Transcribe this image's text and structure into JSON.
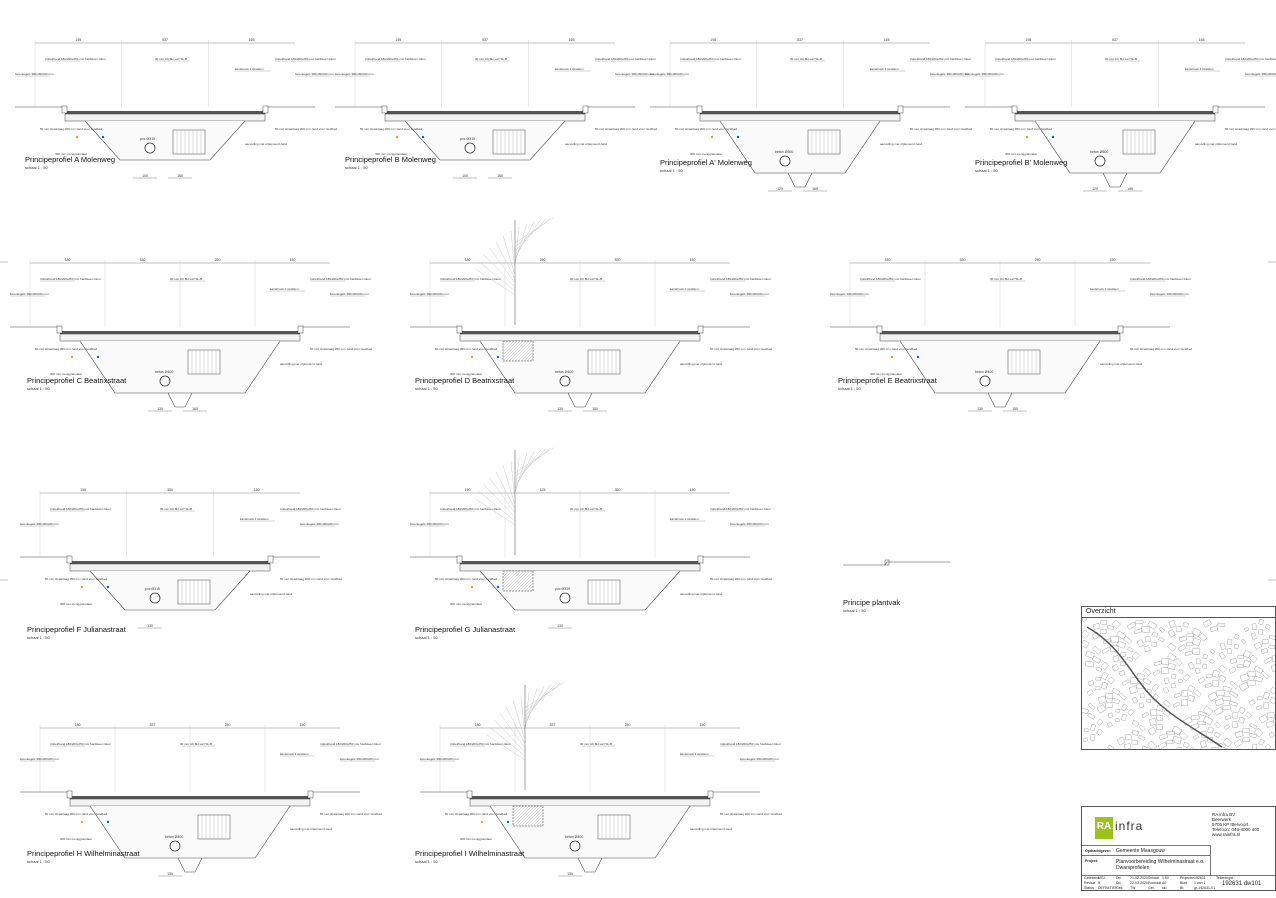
{
  "profiles": [
    {
      "id": "A",
      "title": "Principeprofiel A Molenweg",
      "scale": "schaal 1 : 50",
      "dims_top": [
        "195",
        "537",
        "165"
      ],
      "dims_bottom": [
        "100",
        "150"
      ],
      "pipe": "pvc Ø315"
    },
    {
      "id": "B",
      "title": "Principeprofiel B Molenweg",
      "scale": "schaal 1 : 50",
      "dims_top": [
        "195",
        "537",
        "165"
      ],
      "dims_bottom": [
        "100",
        "150"
      ],
      "pipe": "pvc Ø315"
    },
    {
      "id": "A2",
      "title": "Principeprofiel A' Molenweg",
      "scale": "schaal 1 : 50",
      "dims_top": [
        "195",
        "537",
        "165"
      ],
      "dims_bottom": [
        "120",
        "165"
      ],
      "pipe": "beton Ø500"
    },
    {
      "id": "B2",
      "title": "Principeprofiel B' Molenweg",
      "scale": "schaal 1 : 50",
      "dims_top": [
        "195",
        "537",
        "165"
      ],
      "dims_bottom": [
        "120",
        "195"
      ],
      "pipe": "beton Ø500"
    },
    {
      "id": "C",
      "title": "Principeprofiel C Beatrixstraat",
      "scale": "schaal 1 : 50",
      "dims_top": [
        "180",
        "530",
        "250",
        "150"
      ],
      "dims_bottom": [
        "130",
        "165"
      ],
      "pipe": "beton Ø400"
    },
    {
      "id": "D",
      "title": "Principeprofiel D Beatrixstraat",
      "scale": "schaal 1 : 50",
      "dims_top": [
        "180",
        "250",
        "530",
        "150"
      ],
      "dims_bottom": [
        "130",
        "150"
      ],
      "pipe": "beton Ø400"
    },
    {
      "id": "E",
      "title": "Principeprofiel E Beatrixstraat",
      "scale": "schaal 1 : 50",
      "dims_top": [
        "180",
        "530",
        "250",
        "150"
      ],
      "dims_bottom": [
        "130",
        "150"
      ],
      "pipe": "beton Ø400"
    },
    {
      "id": "F",
      "title": "Principeprofiel F Julianastraat",
      "scale": "schaal 1 : 50",
      "dims_top": [
        "150",
        "350",
        "150"
      ],
      "dims_bottom": [
        "130"
      ],
      "pipe": "pvc Ø315"
    },
    {
      "id": "G",
      "title": "Principeprofiel G Julianastraat",
      "scale": "schaal 1 : 50",
      "dims_top": [
        "150",
        "125",
        "350",
        "150"
      ],
      "dims_bottom": [
        "130"
      ],
      "pipe": "pvc Ø315"
    },
    {
      "id": "H",
      "title": "Principeprofiel H Wilhelminastraat",
      "scale": "schaal 1 : 50",
      "dims_top": [
        "180",
        "537",
        "250",
        "150"
      ],
      "dims_bottom": [
        "130"
      ],
      "pipe": "beton Ø400"
    },
    {
      "id": "I",
      "title": "Principeprofiel I Wilhelminastraat",
      "scale": "schaal 1 : 50",
      "dims_top": [
        "180",
        "537",
        "250",
        "150"
      ],
      "dims_bottom": [
        "130"
      ],
      "pipe": "beton Ø400"
    },
    {
      "id": "P",
      "title": "Principe plantvak",
      "scale": "schaal 1 : 50",
      "dims_top": [],
      "dims_bottom": [],
      "pipe": ""
    }
  ],
  "annotations": {
    "kerb": "trottoirband 180/200x250 mm hardsteen kleur",
    "tile": "betontegels 300x300x60 mm",
    "asphalt": "30 mm AC 8H surf SL-B",
    "gutter": "kantstrook 2 strekken",
    "foundation": "50 mm straatzaag 200 mm zand voor zandbed",
    "fill": "300 mm menggranulaat",
    "sand": "aanvulling met vrijkomend zand"
  },
  "overview": {
    "title": "Overzicht"
  },
  "title_block": {
    "logo_ra": "RA",
    "logo_infra": "infra",
    "company": [
      "RA infra BV",
      "Beerwerk",
      "5705 KP Ittervoort",
      "Telefoon: 046-4000 400",
      "www.rainfra.nl"
    ],
    "client_label": "Opdrachtgever:",
    "client": "Gemeente Maasgouw",
    "project_label": "Project:",
    "project": "Planvoorbereiding Wilhelminastraat e.o.",
    "subtitle": "Dwarsprofielen",
    "drawing_label": "Tekeningnr.:",
    "drawing_no": "192631 dw101",
    "meta": [
      [
        "Getekend",
        "MGJ",
        "Dd.",
        "21-02-2020",
        "Schaal",
        "1:50",
        "Projectnr.",
        "192631"
      ],
      [
        "Revisie",
        "B",
        "Dd.",
        "22-03-2020",
        "Formaat",
        "A0",
        "Blad",
        "1 van 1"
      ],
      [
        "Status",
        "DEFINITIEF",
        "Gez.",
        "TW",
        "Get.",
        "klu",
        "Bt.",
        "gr-192631-01"
      ]
    ]
  }
}
